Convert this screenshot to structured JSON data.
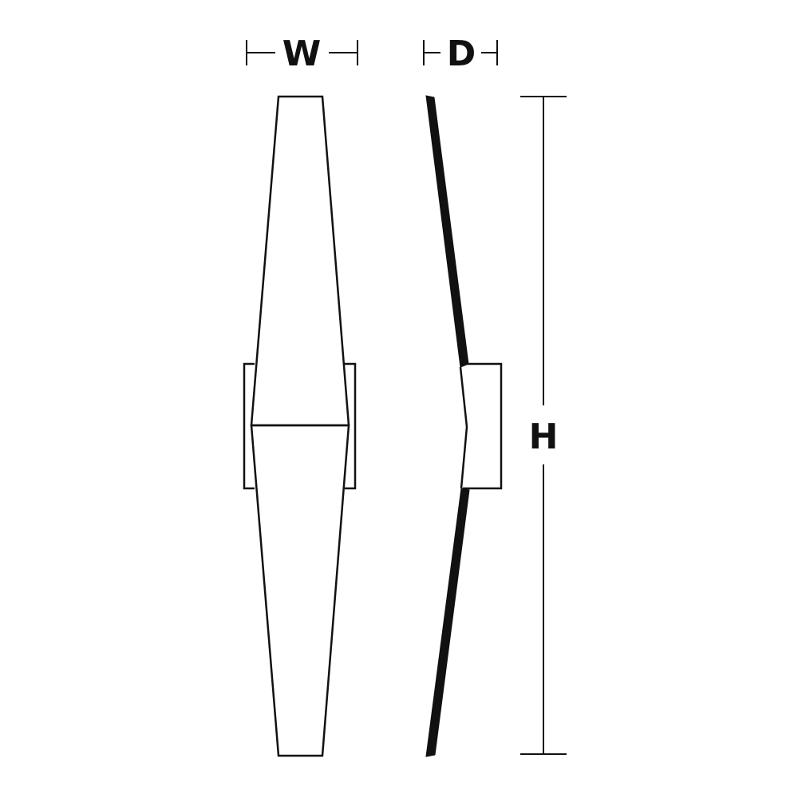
{
  "labels": {
    "width": "W",
    "depth": "D",
    "height": "H"
  },
  "colors": {
    "line": "#111111",
    "background": "#ffffff"
  }
}
